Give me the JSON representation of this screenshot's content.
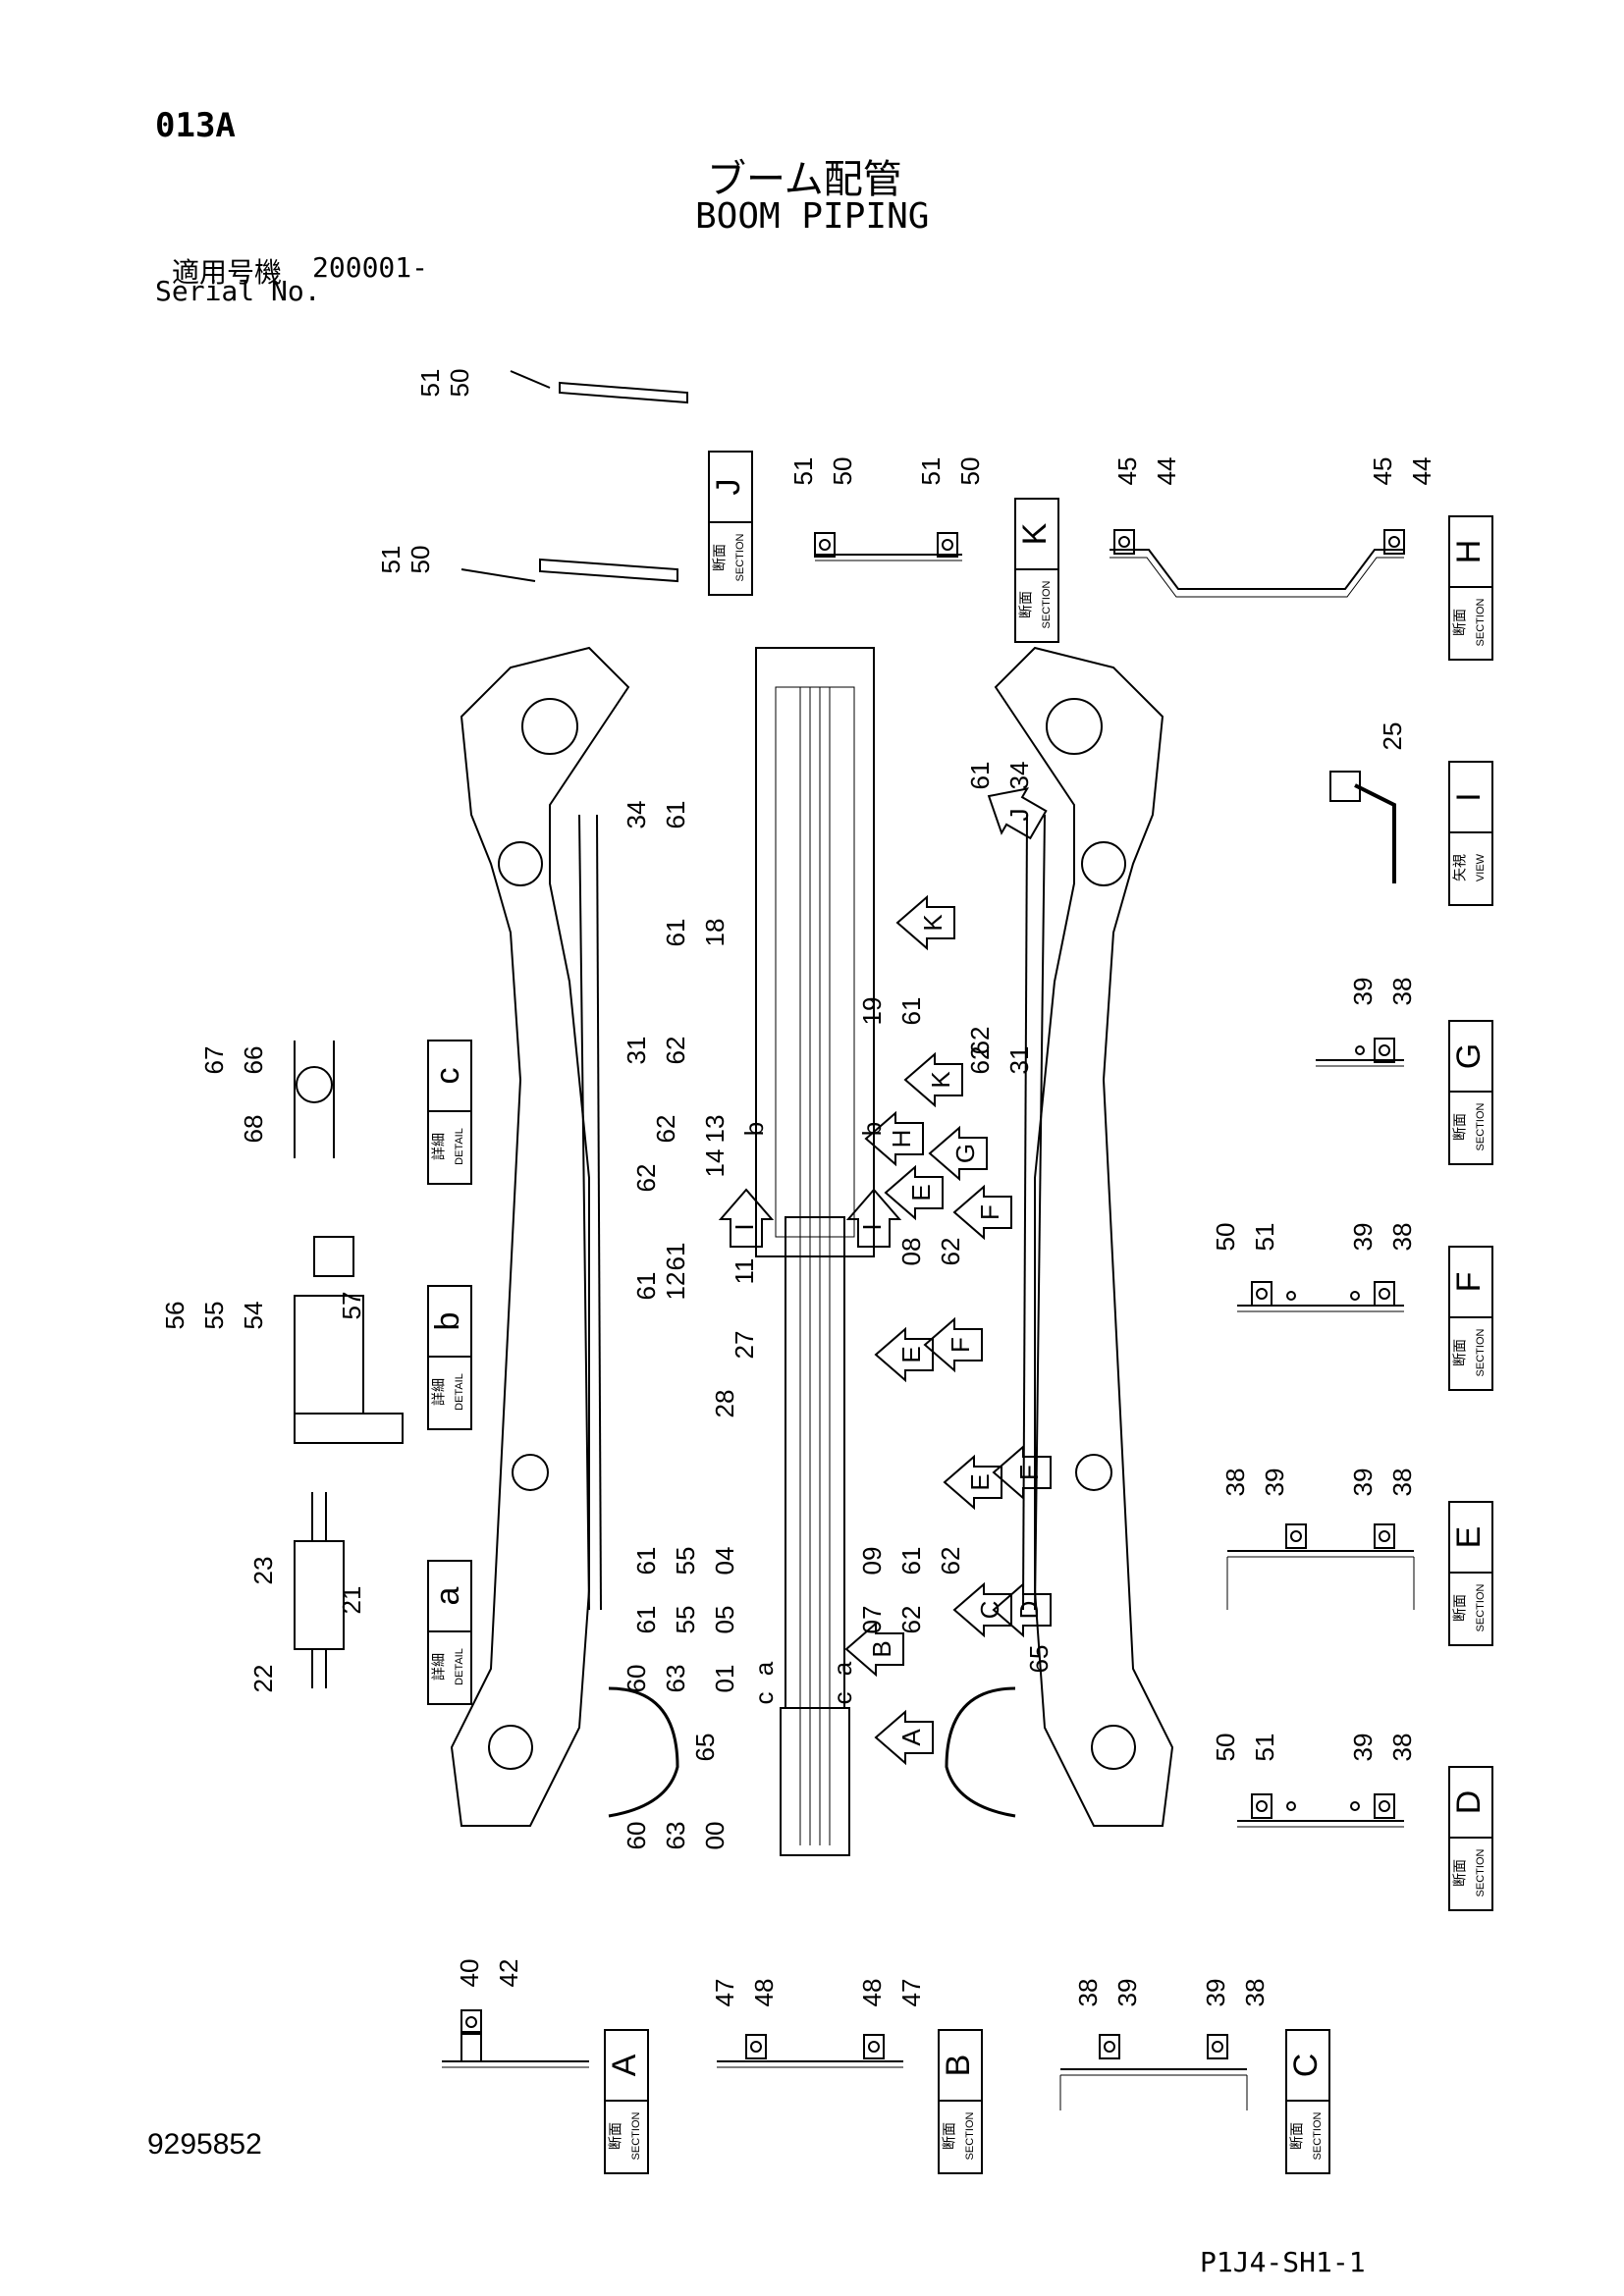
{
  "header": {
    "page_code": "013A",
    "title_jp": "ブーム配管",
    "title_en": "BOOM PIPING",
    "serial_label_jp": "適用号機",
    "serial_number": "200001-",
    "serial_label_en": "Serial No."
  },
  "boxes": {
    "section_jp": "断面",
    "section_en": "SECTION",
    "detail_jp": "詳細",
    "detail_en": "DETAIL",
    "view_jp": "矢視",
    "view_en": "VIEW"
  },
  "section_views": {
    "A": [
      "40",
      "42"
    ],
    "B": [
      "47",
      "48",
      "48",
      "47"
    ],
    "C": [
      "38",
      "39",
      "39",
      "38"
    ],
    "D": [
      "50",
      "51",
      "39",
      "38"
    ],
    "E": [
      "38",
      "39",
      "39",
      "38"
    ],
    "F": [
      "50",
      "51",
      "39",
      "38"
    ],
    "G": [
      "39",
      "38"
    ],
    "H": [
      "45",
      "44",
      "45",
      "44"
    ],
    "J": [
      "51",
      "50",
      "51",
      "50"
    ],
    "K": [
      "50",
      "51",
      "51",
      "50"
    ],
    "I": [
      "25"
    ]
  },
  "details": {
    "a": [
      "23",
      "21",
      "22"
    ],
    "b": [
      "56",
      "55",
      "54",
      "57"
    ],
    "c": [
      "67",
      "66",
      "68"
    ]
  },
  "callouts": [
    "51",
    "50",
    "51",
    "50",
    "34",
    "61",
    "31",
    "62",
    "61",
    "18",
    "19",
    "61",
    "62",
    "13",
    "14",
    "62",
    "62",
    "61",
    "11",
    "08",
    "62",
    "61",
    "12",
    "27",
    "28",
    "61",
    "55",
    "04",
    "09",
    "61",
    "62",
    "61",
    "55",
    "05",
    "07",
    "62",
    "60",
    "63",
    "01",
    "65",
    "60",
    "63",
    "00",
    "61",
    "34",
    "62",
    "31",
    "65",
    "b",
    "b",
    "a",
    "a",
    "c",
    "c"
  ],
  "arrow_labels": [
    "K",
    "J",
    "K",
    "H",
    "G",
    "E",
    "F",
    "I",
    "I",
    "E",
    "F",
    "E",
    "F",
    "C",
    "D",
    "B",
    "A"
  ],
  "footer": {
    "doc_number": "9295852",
    "sheet_number": "P1J4-SH1-1"
  }
}
